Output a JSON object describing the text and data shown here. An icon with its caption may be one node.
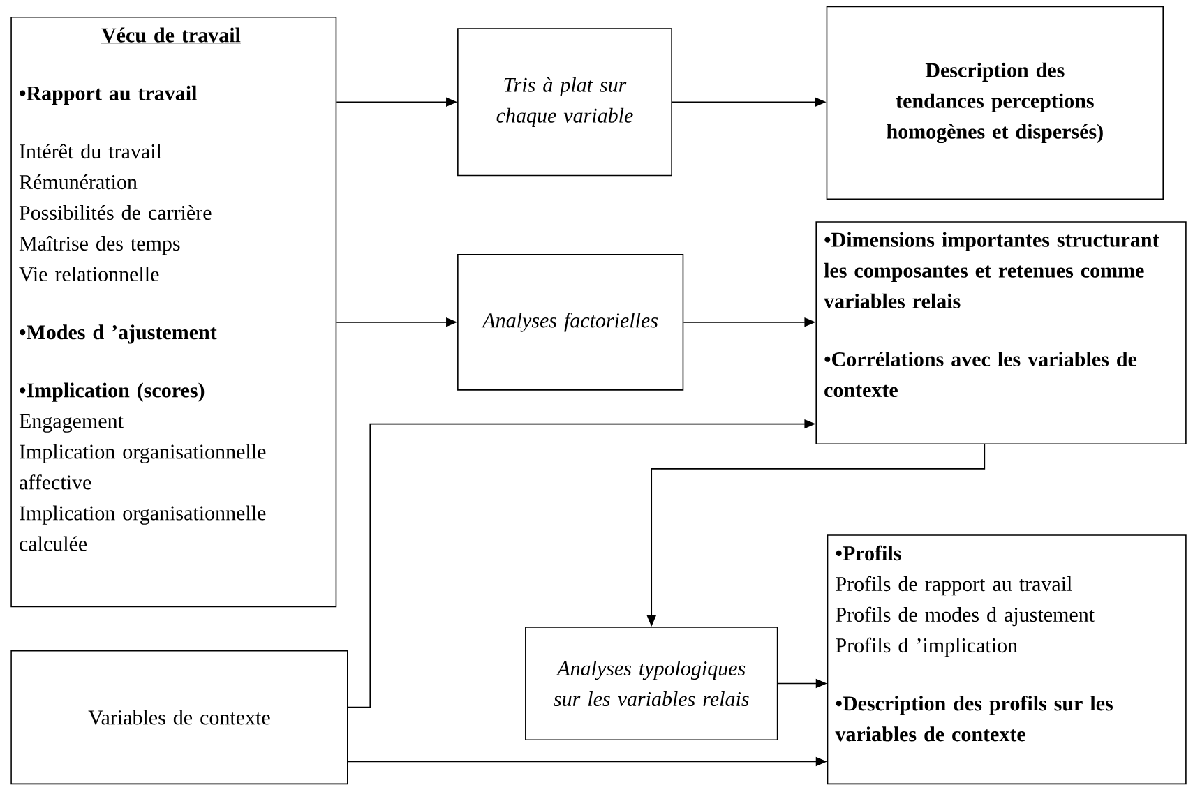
{
  "diagram": {
    "nodes": [
      {
        "text": [
          "Vécu de travail",
          "•Rapport au travail",
          "Intérêt du travail",
          "Rémunération",
          "Possibilités de carrière",
          "Maîtrise des temps",
          "Vie relationnelle",
          "•Modes d ’ajustement",
          "•Implication (scores)",
          "Engagement",
          "Implication organisationnelle affective",
          "Implication organisationnelle calculée"
        ]
      },
      {
        "text": [
          "Variables de contexte"
        ]
      },
      {
        "text": [
          "Tris à plat sur chaque variable"
        ]
      },
      {
        "text": [
          "Analyses factorielles"
        ]
      },
      {
        "text": [
          "Analyses typologiques sur les variables relais"
        ]
      },
      {
        "text": [
          "Description des tendances perceptions homogènes et dispersés)"
        ]
      },
      {
        "text": [
          "•Dimensions importantes structurant les composantes et retenues comme variables relais",
          "•Corrélations avec les variables de contexte"
        ]
      },
      {
        "text": [
          "•Profils",
          "Profils de rapport au travail",
          "Profils de modes d ajustement",
          "Profils d ’implication",
          "•Description des profils sur les variables de contexte"
        ]
      }
    ],
    "edges": [
      {
        "from": 0,
        "to": 2,
        "arrow": "to"
      },
      {
        "from": 2,
        "to": 5,
        "arrow": "to"
      },
      {
        "from": 0,
        "to": 3,
        "arrow": "to"
      },
      {
        "from": 3,
        "to": 6,
        "arrow": "to"
      },
      {
        "from": 1,
        "to": 6,
        "arrow": "to"
      },
      {
        "from": 6,
        "to": 4,
        "arrow": "to"
      },
      {
        "from": 4,
        "to": 7,
        "arrow": "to"
      },
      {
        "from": 1,
        "to": 7,
        "arrow": "to"
      }
    ]
  }
}
